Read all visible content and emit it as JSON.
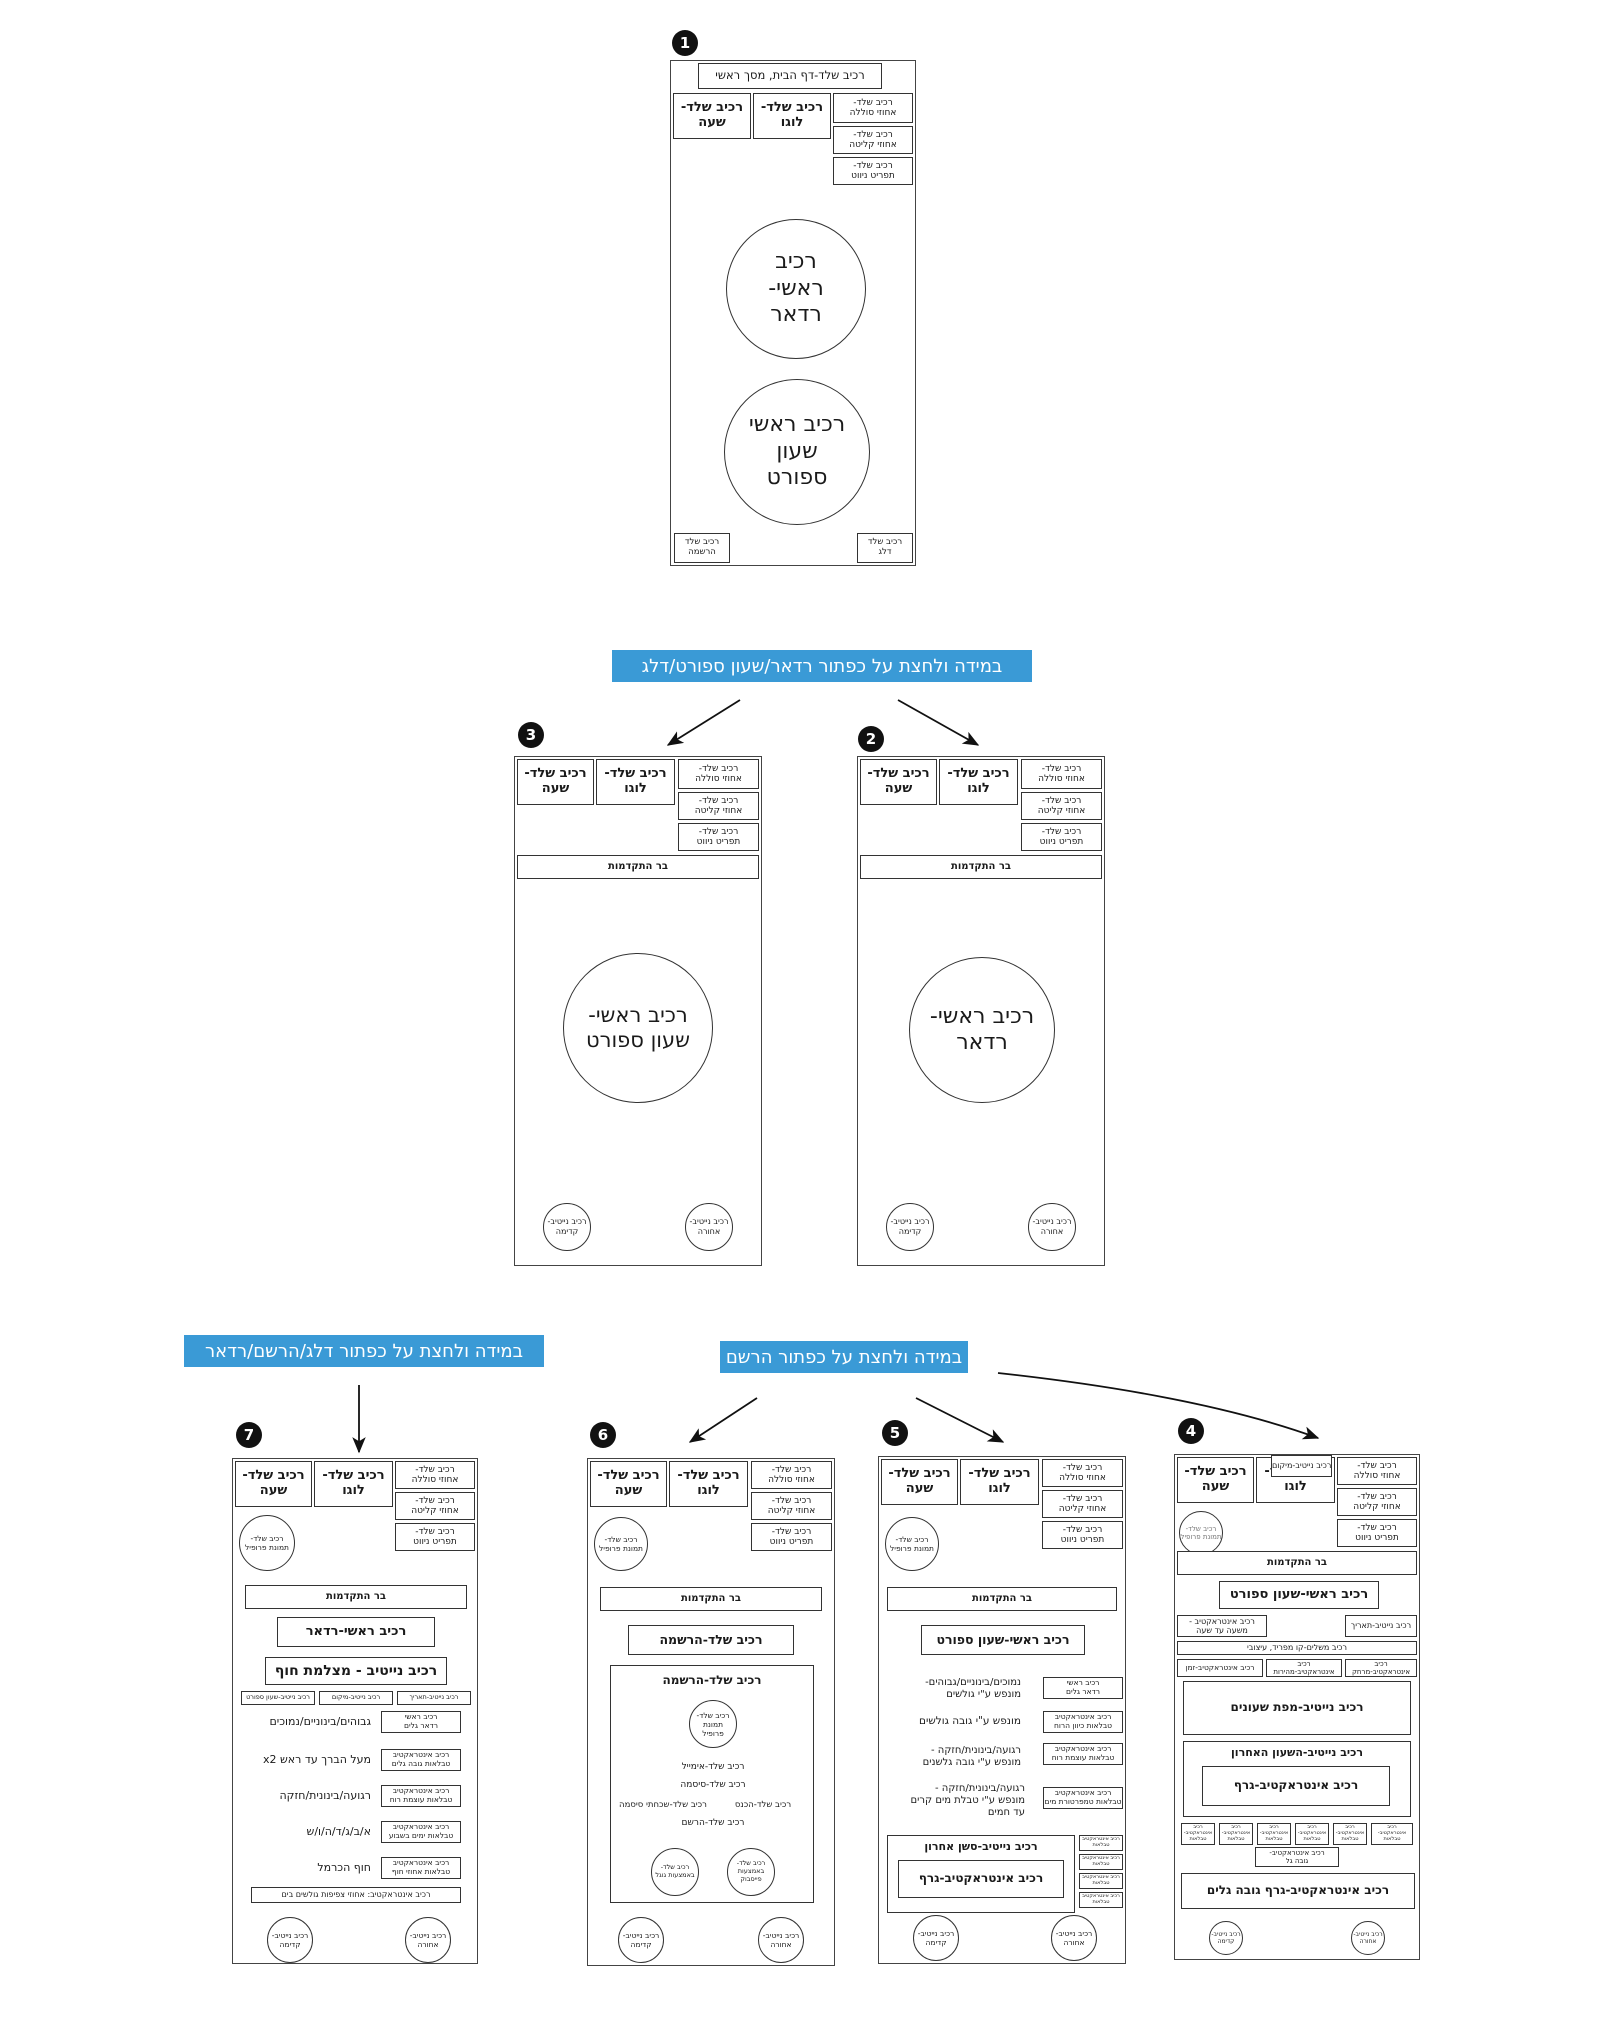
{
  "labels": {
    "home_title": "רכיב שלד-דף הבית, מסך ראשי",
    "hour": "רכיב שלד-\nשעה",
    "logo": "רכיב שלד-\nלוגו",
    "battery": "רכיב שלד-\nאחוזי סוללה",
    "reception": "רכיב שלד-\nאחוזי קליטה",
    "nav_menu": "רכיב שלד-\nתפריט ניווט",
    "main_radar": "רכיב\nראשי-\nרדאר",
    "main_sport_clock_1": "רכיב ראשי\nשעון\nספורט",
    "registration_btn": "רכיב שלד\nהרשמה",
    "skip_btn": "רכיב שלד\nדלג",
    "progress_bar": "בר התקדמות",
    "main_sport_clock_3": "רכיב ראשי-\nשעון ספורט",
    "main_radar_2": "רכיב ראשי-\nרדאר",
    "forward": "רכיב נייטיב-\nקדימה",
    "back": "רכיב נייטיב-\nאחורה",
    "profile_pic": "רכיב שלד-\nתמונת פרופיל",
    "main_sport_clock_title": "רכיב ראשי-שעון ספורט",
    "native_date": "רכיב נייטיב-תאריך",
    "native_location": "רכיב נייטיב-מיקום",
    "interactive_time_to_hour": "רכיב אינטראקטיב -\nמשעה עד שעה",
    "complete_bar": "רכיב משלים-קו מפריד, עיצובי",
    "interactive_time": "רכיב אינטראקטיב-זמן",
    "interactive_speed": "רכיב\nאינטראקטיב-מהירות",
    "interactive_distance": "רכיב\nאינטראקטיב-מרחק",
    "native_watches_map": "רכיב נייטיב-מפת שעונים",
    "native_last_watch": "רכיב נייטיב-השעון האחרון",
    "interactive_graph": "רכיב אינטראקטיב-גרף",
    "small_stat": "רכיב\nאינטראקטיב-\nטבלאות",
    "interactive_wave_height": "רכיב אינטראקטיב-\nגובה גל",
    "interactive_graph_waves": "רכיב אינטראקטיב-גרף גובה גלים",
    "wave_levels": "נמוכים/בינוניים/גבוהים-\nמונפש ע\"י גולשים",
    "radar_wave_main": "רכיב ראשי\nרדאר גלים",
    "animated_surfers": "מונפש ע\"י גובה גולשים",
    "interactive_wind_dir": "רכיב אינטראקטיב\nטבלאות כיוון הרוח",
    "wind_weak": "רגועה/בינונית/חזקה -\nמונפש ע\"י גובה גלשנים",
    "interactive_wind_strength": "רכיב אינטראקטיב\nטבלאות עוצמת רוח",
    "water_temp": "רגועה/בינונית/חזקה -\nמונפש ע\"י טבלת מים קרים\nעד חמים",
    "interactive_water_temp": "רכיב אינטראקטיב\nטבלאות טמפרטורת מים",
    "native_last_clock": "רכיב נייטיב-סשן אחרון",
    "tiny_interactive": "רכיב אינטראקטיב\nטבלאות",
    "main_register_title": "רכיב שלד-הרשמה",
    "register_box": "רכיב שלד-הרשמה",
    "profile_pic_2": "רכיב שלד-\nתמונת\nפרופיל",
    "register_email": "רכיב שלד-אימייל",
    "register_password": "רכיב שלד-סיסמה",
    "register_forgot": "רכיב שלד-שכחתי סיסמה",
    "register_login": "רכיב שלד-הכנס",
    "register_signup": "רכיב שלד-הרשם",
    "google_login": "רכיב שלד-\nבאמצעות גוגל",
    "facebook_login": "רכיב שלד-\nבאמצעות\nפייסבוק",
    "main_radar_title": "רכיב ראשי-רדאר",
    "native_beach_camera": "רכיב נייטיב - מצלמת חוף",
    "native_sport_clock": "רכיב נייטיב-שעון ספורט",
    "native_loc_small": "רכיב נייטיב-מיקום",
    "native_date_small": "רכיב נייטיב-תאריך",
    "high_mid_low": "גבוהים/בינוניים/נמוכים",
    "radar_wave_main_7": "רכיב ראשי\nרדאר גלים",
    "over_head": "מעל הברך עד ראש x2",
    "interactive_wave_height_7": "רכיב אינטראקטיב\nטבלאות גובה גלים",
    "wind_strength_7": "רגועה/בינונית/חזקה",
    "interactive_wind_7": "רכיב אינטראקטיב\nטבלאות עוצמת רוח",
    "days": "א/ב/ג/ד/ה/ו/ש",
    "interactive_days_7": "רכיב אינטראקטיב\nטבלאות ימים בשבוע",
    "carmel_beach": "חוף הכרמל",
    "interactive_beach_7": "רכיב אינטראקטיב\nטבלאות אחוזי חוף",
    "interactive_surfer_density": "רכיב אינטראקטיב: אחוזי צפיפות גולשים בים"
  },
  "screens": [
    "1",
    "2",
    "3",
    "4",
    "5",
    "6",
    "7"
  ],
  "banners": {
    "b1": "במידה ולחצת על כפתור רדאר/שעון ספורט/דלג",
    "b2": "במידה ולחצת על כפתור הרשם",
    "b3": "במידה ולחצת על כפתור דלג/הרשם/רדאר"
  }
}
